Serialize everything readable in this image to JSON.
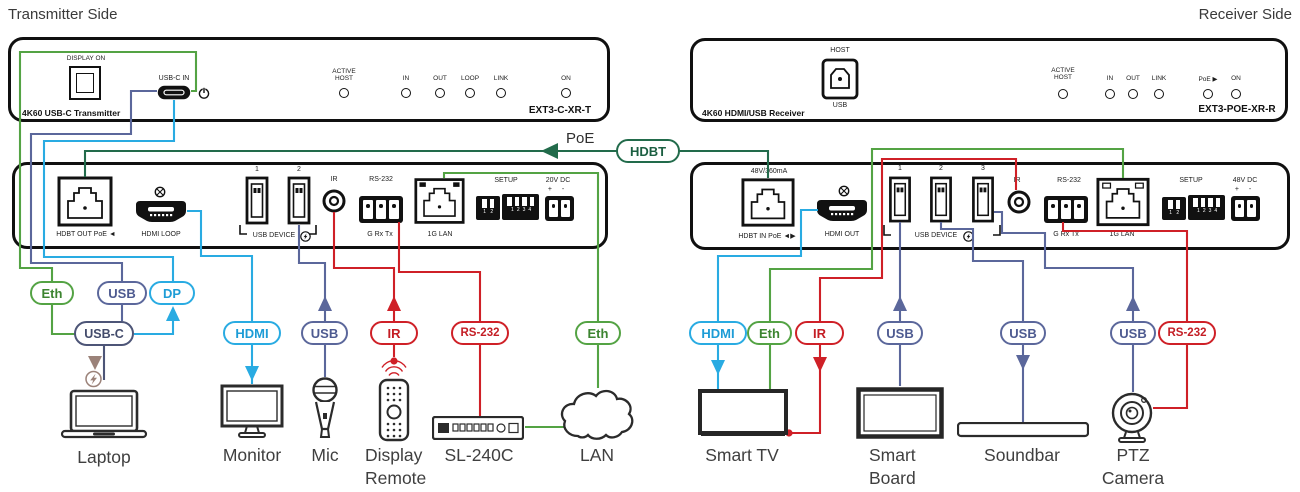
{
  "titles": {
    "transmitter": "Transmitter Side",
    "receiver": "Receiver Side"
  },
  "link": {
    "poe": "PoE",
    "hdbt": "HDBT"
  },
  "colors": {
    "hdmi_dp": "#29abe2",
    "usb": "#5b679b",
    "usb_c": "#4d5577",
    "ethernet": "#54a344",
    "hdbt_poe": "#226b4b",
    "serial_ir": "#cf2027",
    "power_charge": "#9b8279",
    "outline": "#101010"
  },
  "tx_front": {
    "button": "DISPLAY ON",
    "device": "4K60 USB-C Transmitter",
    "port": "USB-C IN",
    "model": "EXT3-C-XR-T",
    "leds": {
      "active": "ACTIVE HOST",
      "in": "IN",
      "out": "OUT",
      "loop": "LOOP",
      "link": "LINK",
      "on": "ON"
    }
  },
  "rx_front": {
    "port_top": "HOST",
    "port_bottom": "USB",
    "device": "4K60 HDMI/USB Receiver",
    "model": "EXT3-POE-XR-R",
    "leds": {
      "active": "ACTIVE HOST",
      "in": "IN",
      "out": "OUT",
      "link": "LINK",
      "poe": "PoE ▶",
      "on": "ON"
    }
  },
  "tx_rear": {
    "hdbt": "HDBT OUT PoE ◄",
    "hdmi": "HDMI LOOP",
    "usb1": "1",
    "usb2": "2",
    "usb_device": "USB DEVICE",
    "ir": "IR",
    "rs232": "RS-232",
    "rs232_pins": "G Rx Tx",
    "lan": "1G LAN",
    "setup": "SETUP",
    "dip_a": "1 2",
    "dip_b": "1 2 3 4",
    "power": "20V DC",
    "power_pins": "+ -"
  },
  "rx_rear": {
    "hdbt_top": "48V/360mA",
    "hdbt": "HDBT IN PoE ◄▶",
    "hdmi": "HDMI OUT",
    "usb1": "1",
    "usb2": "2",
    "usb3": "3",
    "usb_device": "USB DEVICE",
    "ir": "IR",
    "rs232": "RS-232",
    "rs232_pins": "G Rx Tx",
    "lan": "1G LAN",
    "setup": "SETUP",
    "dip_a": "1 2",
    "dip_b": "1 2 3 4",
    "power": "48V DC",
    "power_pins": "+ -"
  },
  "cables": {
    "tx_eth": "Eth",
    "tx_usb": "USB",
    "tx_dp": "DP",
    "tx_usbc": "USB-C",
    "tx_hdmi": "HDMI",
    "tx_mic_usb": "USB",
    "tx_ir": "IR",
    "tx_rs232": "RS-232",
    "tx_lan_eth": "Eth",
    "rx_hdmi": "HDMI",
    "rx_eth": "Eth",
    "rx_ir": "IR",
    "rx_usb1": "USB",
    "rx_usb2": "USB",
    "rx_usb3": "USB",
    "rx_rs232": "RS-232"
  },
  "devices": {
    "laptop": "Laptop",
    "monitor": "Monitor",
    "mic": "Mic",
    "remote": "Display Remote",
    "controller": "SL-240C",
    "lan": "LAN",
    "tv": "Smart TV",
    "board": "Smart Board",
    "soundbar": "Soundbar",
    "ptz": "PTZ Camera"
  }
}
